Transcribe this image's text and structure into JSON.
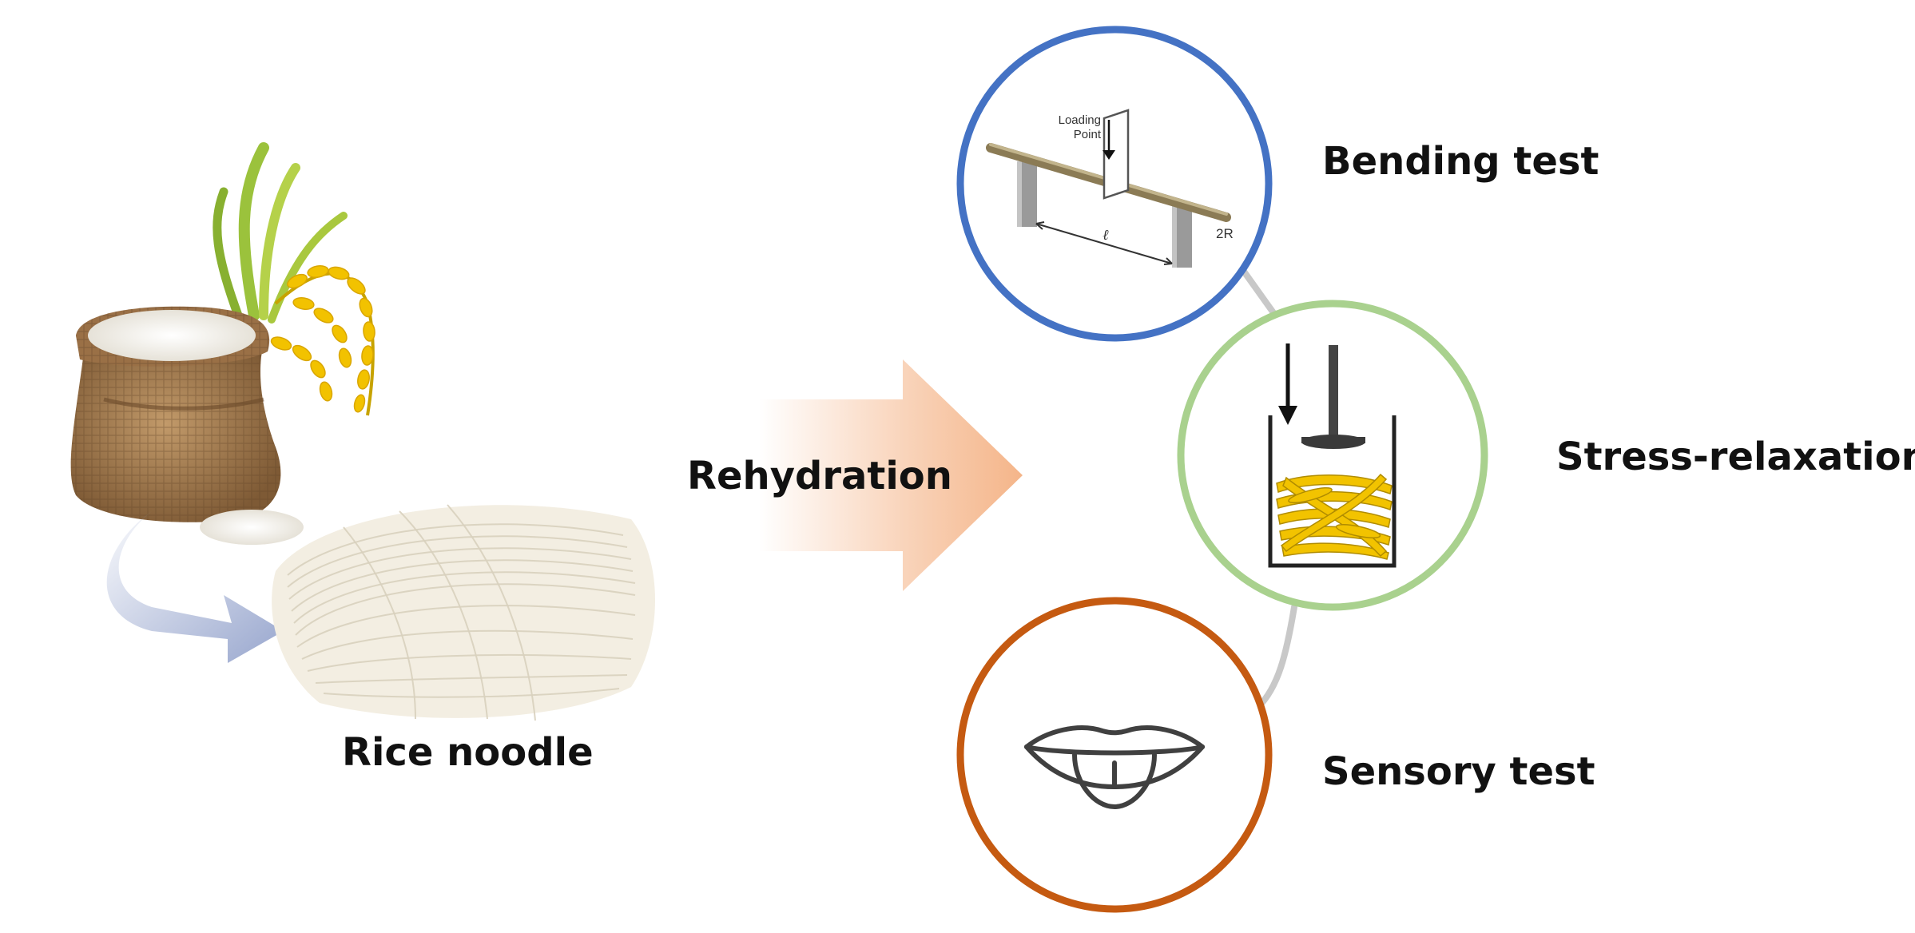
{
  "labels": {
    "rice_noodle": "Rice noodle",
    "rehydration": "Rehydration",
    "bending_test": "Bending test",
    "stress_relaxation": "Stress-relaxation",
    "sensory_test": "Sensory test"
  },
  "bending_diagram": {
    "loading_point": [
      "Loading",
      "Point"
    ],
    "span_symbol": "ℓ",
    "radius_symbol": "2R"
  },
  "colors": {
    "bending_ring": "#4472C4",
    "stress_ring": "#A9D18E",
    "sensory_ring": "#C55A11",
    "connector": "#C8C8C8",
    "rehydration_arrow": "#F4B183",
    "curved_arrow": "#8C9CC8",
    "noodle": "#F3EEE2",
    "sack": "#A57A4E",
    "grain_stalk": "#F2C200",
    "leaf": "#9BC23C"
  },
  "icons": [
    "rice-sack-icon",
    "rice-stalk-icon",
    "rice-noodle-bundle-icon",
    "curved-arrow-icon",
    "bending-beam-icon",
    "plunger-cup-icon",
    "mouth-tongue-icon"
  ]
}
